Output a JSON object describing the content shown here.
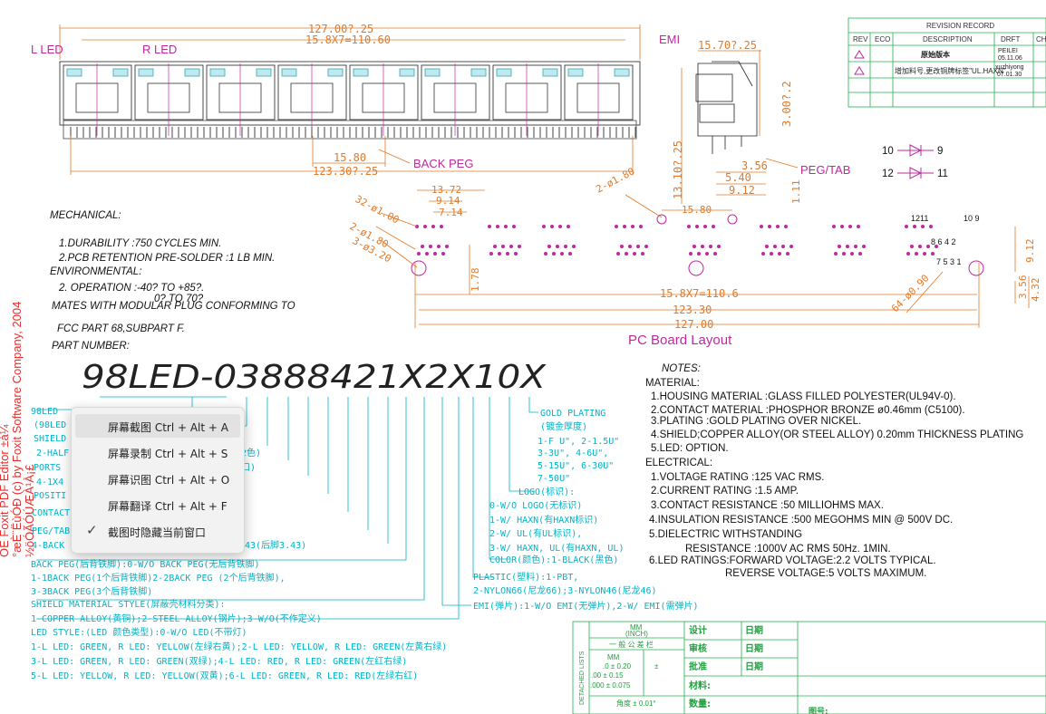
{
  "watermark": {
    "line1": "ÓÉ Foxit PDF Editor ±à¼­",
    "line2": "°æÈ¨ËùÓÐ (c) by Foxit Software Company, 2004",
    "line3": "½öÓÃÓÚÆÀ¹À¡£"
  },
  "drawing": {
    "top_view": {
      "dim_overall": "127.00?.25",
      "dim_pitch": "15.8X7=110.60",
      "dim_bottom": "123.30?.25",
      "dim_peg": "15.80",
      "label_l_led": "L LED",
      "label_r_led": "R LED",
      "label_back_peg": "BACK PEG"
    },
    "side_view": {
      "label_emi": "EMI",
      "dim_top": "15.70?.25",
      "dim_right": "3.00?.2",
      "dim_height": "13.10?.25",
      "dim_356": "3.56",
      "dim_540": "5.40",
      "dim_912": "9.12",
      "label_peg_tab": "PEG/TAB"
    },
    "diodes": [
      {
        "left": "10",
        "right": "9"
      },
      {
        "left": "12",
        "right": "11"
      }
    ],
    "pcb": {
      "title": "PC Board Layout",
      "dim_1372": "13.72",
      "dim_914": "9.14",
      "dim_714": "7.14",
      "dim_32": "32-ø1.00",
      "dim_2a": "2-ø1.80",
      "dim_3": "3-ø3.20",
      "dim_2b": "2-ø1.80",
      "dim_1580": "15.80",
      "dim_111": "1.11",
      "dim_178": "1.78",
      "dim_pitch": "15.8X7=110.6",
      "dim_12330": "123.30",
      "dim_12700": "127.00",
      "dim_64": "64-ø0.90",
      "dim_912": "9.12",
      "dim_356": "3.56",
      "dim_432": "4.32",
      "pin_1211": "1211",
      "pin_109": "10 9",
      "pin_8642": "8 6 4 2",
      "pin_7531": "7 5 3 1"
    },
    "revision": {
      "title": "REVISION RECORD",
      "headers": [
        "REV",
        "ECO",
        "DESCRIPTION",
        "DRFT",
        "CH"
      ],
      "rows": [
        {
          "desc": "原始版本",
          "drft": "PEILEI",
          "date": "05.11.06"
        },
        {
          "desc": "增加料号,更改铜牌标签\"UL.HAXN\"",
          "drft": "xuzhiyong",
          "date": "07.01.30"
        }
      ]
    },
    "mech": {
      "title": "MECHANICAL:",
      "l1": "1.DURABILITY  :750 CYCLES MIN.",
      "l2": "2.PCB RETENTION PRE-SOLDER :1 LB MIN.",
      "env": "ENVIRONMENTAL:",
      "l3": "2. OPERATION  :-40? TO +85?.",
      "l4": "0? TO 70?",
      "l5": "MATES WITH MODULAR PLUG CONFORMING TO",
      "l6": "FCC PART 68,SUBPART F.",
      "l7": "PART NUMBER:"
    },
    "part_number": "98LED-03888421X2X10X",
    "cyan_left": [
      "98LED",
      "(98LED",
      "SHIELD",
      "2-HALF",
      "PORTS",
      "4-1X4",
      "POSITI",
      "CONTACT",
      "PEG/TAB",
      "4-BACK",
      "43(后脚3.43)",
      "BACK PEG(后背铁脚):0-W/O BACK PEG(无后背铁脚)",
      "1-1BACK PEG(1个后背铁脚)2-2BACK PEG (2个后背铁脚),",
      "3-3BACK PEG(3个后背铁脚)",
      "SHIELD MATERIAL STYLE(屏蔽壳材料分类):",
      "1-COPPER ALLOY(黄铜);2-STEEL ALLOY(钢片);3-W/O(不作定义)",
      "LED STYLE:(LED 颜色类型):0-W/O LED(不带灯)",
      "1-L LED: GREEN, R LED: YELLOW(左绿右黄);2-L LED: YELLOW,  R LED: GREEN(左黄右绿)",
      "3-L LED: GREEN, R LED: GREEN(双绿);4-L LED: RED, R LED: GREEN(左红右绿)",
      "5-L LED: YELLOW, R LED: YELLOW(双黄);6-L LED: GREEN, R LED: RED(左绿右红)"
    ],
    "partial_right": "2色)",
    "partial_right2": "口)",
    "cyan_right": [
      "GOLD PLATING",
      "(镀金厚度)",
      "1-F U\", 2-1.5U\"",
      "3-3U\", 4-6U\",",
      "5-15U\", 6-30U\"",
      "7-50U\"",
      "LOGO(标识):",
      "0-W/O LOGO(无标识)",
      "1-W/ HAXN(有HAXN标识)",
      "2-W/ UL(有UL标识),",
      "3-W/ HAXN, UL(有HAXN, UL)",
      "COLOR(颜色):1-BLACK(黑色)",
      "PLASTIC(塑料):1-PBT,",
      "2-NYLON66(尼龙66);3-NYLON46(尼龙46)",
      "EMI(弹片):1-W/O EMI(无弹片),2-W/ EMI(需弹片)"
    ],
    "notes": {
      "title": "NOTES:",
      "material": "MATERIAL:",
      "m1": "1.HOUSING MATERIAL :GLASS FILLED POLYESTER(UL94V-0).",
      "m2": "2.CONTACT MATERIAL  :PHOSPHOR BRONZE ø0.46mm (C5100).",
      "m3": "3.PLATING :GOLD PLATING OVER NICKEL.",
      "m4": "4.SHIELD;COPPER ALLOY(OR STEEL ALLOY) 0.20mm THICKNESS PLATING",
      "m5": "5.LED: OPTION.",
      "electrical": "ELECTRICAL:",
      "e1": "1.VOLTAGE RATING  :125 VAC RMS.",
      "e2": "2.CURRENT RATING  :1.5 AMP.",
      "e3": "3.CONTACT RESISTANCE :50 MILLIOHMS MAX.",
      "e4": "4.INSULATION RESISTANCE :500 MEGOHMS MIN @ 500V DC.",
      "e5": "5.DIELECTRIC WITHSTANDING",
      "e5b": "RESISTANCE :1000V AC RMS 50Hz. 1MIN.",
      "e6": "6.LED RATINGS:FORWARD VOLTAGE:2.2 VOLTS TYPICAL.",
      "e6b": "REVERSE  VOLTAGE:5 VOLTS MAXIMUM."
    },
    "title_block": {
      "mm": "MM",
      "inch": "(INCH)",
      "general": "一 般 公 差 栏",
      "detached": "DETACHED LISTS",
      "tol_mm": "MM",
      "tol1": ".0 ± 0.20",
      "tol2": ".00 ± 0.15",
      "tol3": ".000 ± 0.075",
      "tol_inch": "±",
      "angle": "角度 ± 0.01°",
      "design": "设计",
      "review": "审核",
      "approve": "批准",
      "material": "材料:",
      "quantity": "数量:",
      "date1": "日期",
      "date2": "日期",
      "date3": "日期",
      "drawing_no": "图号:"
    }
  },
  "context_menu": {
    "items": [
      {
        "label": "屏幕截图 Ctrl + Alt + A",
        "checked": false
      },
      {
        "label": "屏幕录制 Ctrl + Alt + S",
        "checked": false
      },
      {
        "label": "屏幕识图 Ctrl + Alt + O",
        "checked": false
      },
      {
        "label": "屏幕翻译 Ctrl + Alt + F",
        "checked": false
      },
      {
        "label": "截图时隐藏当前窗口",
        "checked": true
      }
    ]
  }
}
